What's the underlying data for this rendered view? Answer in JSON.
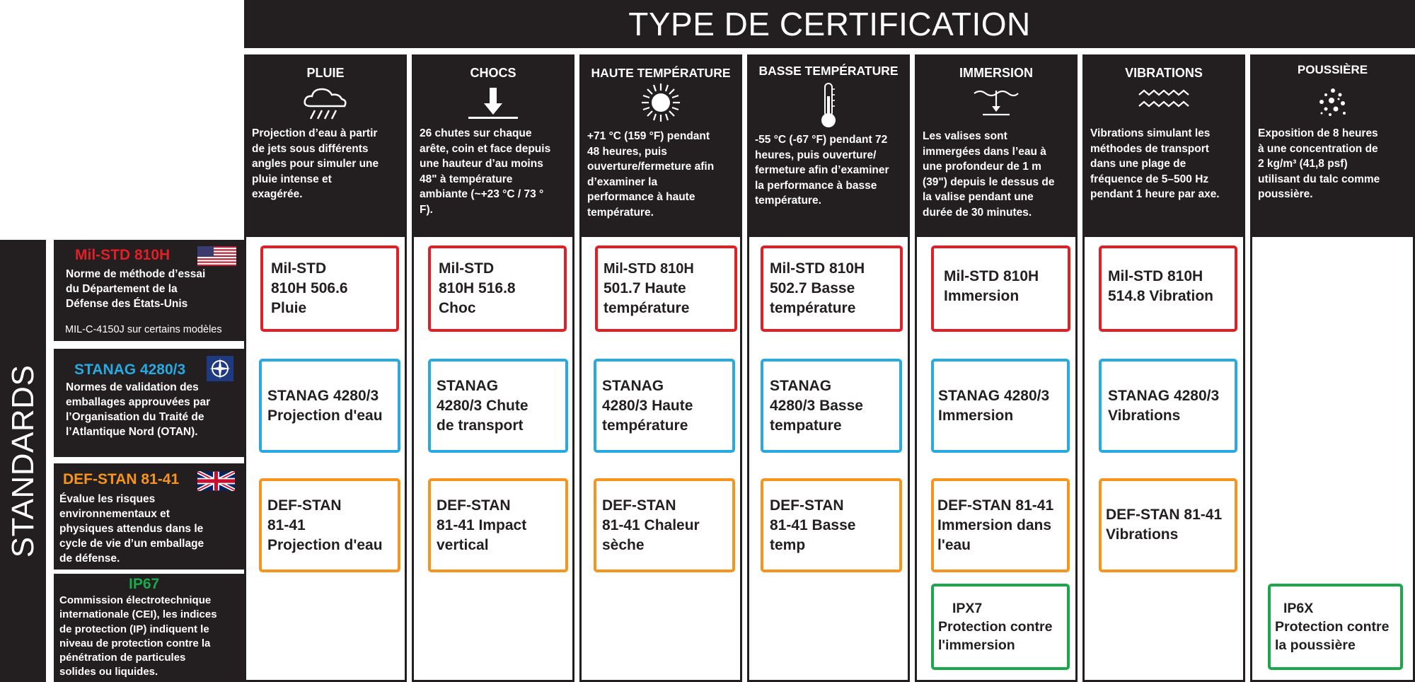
{
  "header": {
    "title": "TYPE DE CERTIFICATION"
  },
  "sidebar": {
    "label": "STANDARDS"
  },
  "standards": [
    {
      "title": "Mil-STD 810H",
      "title_color": "#e31e24",
      "flag_icon": "us-flag-icon",
      "desc": [
        "Norme de méthode d’essai",
        "du Département de la",
        "Défense des États-Unis"
      ],
      "extra": "MIL-C-4150J sur certains modèles"
    },
    {
      "title": "STANAG 4280/3",
      "title_color": "#27aae1",
      "flag_icon": "nato-emblem-icon",
      "desc": [
        "Normes de validation des",
        "emballages approuvées par",
        "l’Organisation du Traité de",
        "l’Atlantique Nord (OTAN)."
      ]
    },
    {
      "title": "DEF-STAN 81-41",
      "title_color": "#f7941d",
      "flag_icon": "uk-flag-icon",
      "desc": [
        "Évalue les risques",
        "environnementaux et",
        "physiques attendus dans le",
        "cycle de vie d’un emballage",
        "de défense."
      ]
    },
    {
      "title": "IP67",
      "title_color": "#1aa84a",
      "desc": [
        "Commission électrotechnique",
        "internationale (CEI), les indices",
        "de protection (IP) indiquent le",
        "niveau de protection contre la",
        "pénétration de particules",
        "solides ou liquides."
      ]
    }
  ],
  "columns": [
    {
      "label": "PLUIE",
      "icon": "rain-cloud-icon",
      "desc": [
        "Projection d’eau à partir",
        "de jets sous différents",
        "angles pour simuler une",
        "pluie intense et",
        "exagérée."
      ],
      "certs": {
        "mil": [
          "Mil-STD",
          "810H 506.6",
          "Pluie"
        ],
        "stanag": [
          "STANAG 4280/3",
          "Projection d'eau"
        ],
        "defstan": [
          "DEF-STAN",
          "81-41",
          "Projection d'eau"
        ]
      }
    },
    {
      "label": "CHOCS",
      "icon": "drop-arrow-icon",
      "desc": [
        " 26 chutes sur chaque",
        "arête, coin et face depuis",
        "une hauteur d’au moins",
        "48\" à température",
        "ambiante (~+23 °C / 73 °",
        "F)."
      ],
      "certs": {
        "mil": [
          "Mil-STD",
          "810H 516.8",
          "Choc"
        ],
        "stanag": [
          "STANAG",
          "4280/3 Chute",
          "de transport"
        ],
        "defstan": [
          "DEF-STAN",
          "81-41  Impact",
          "vertical"
        ]
      }
    },
    {
      "label": "HAUTE TEMPÉRATURE",
      "icon": "sun-icon",
      "desc": [
        " +71 °C (159 °F) pendant",
        "48 heures, puis",
        "ouverture/fermeture afin",
        "d’examiner la",
        "performance à haute",
        "température."
      ],
      "certs": {
        "mil": [
          "Mil-STD 810H",
          "501.7 Haute",
          "température"
        ],
        "stanag": [
          "STANAG",
          "4280/3 Haute",
          "température"
        ],
        "defstan": [
          "DEF-STAN",
          "81-41  Chaleur",
          "sèche"
        ]
      }
    },
    {
      "label": "BASSE TEMPÉRATURE",
      "icon": "thermometer-icon",
      "desc": [
        " -55 °C (-67 °F) pendant 72",
        "heures, puis ouverture/",
        "fermeture afin d’examiner",
        "la performance à basse",
        "température."
      ],
      "certs": {
        "mil": [
          "Mil-STD 810H",
          "502.7 Basse",
          "température"
        ],
        "stanag": [
          "STANAG",
          "4280/3 Basse",
          "tempature"
        ],
        "defstan": [
          "DEF-STAN",
          "81-41  Basse",
          "temp"
        ]
      }
    },
    {
      "label": "IMMERSION",
      "icon": "immersion-icon",
      "desc": [
        "Les valises sont",
        "immergées dans l’eau à",
        "une profondeur de 1 m",
        "(39\") depuis le dessus de",
        "la valise pendant une",
        "durée de 30 minutes."
      ],
      "certs": {
        "mil": [
          "Mil-STD 810H",
          "Immersion"
        ],
        "stanag": [
          "STANAG 4280/3",
          " Immersion"
        ],
        "defstan": [
          "DEF-STAN 81-41",
          "Immersion dans",
          "l'eau"
        ],
        "ip": [
          "IPX7",
          "Protection contre",
          "l'immersion"
        ]
      }
    },
    {
      "label": "VIBRATIONS",
      "icon": "vibration-waves-icon",
      "desc": [
        "Vibrations simulant les",
        "méthodes de transport",
        "dans une plage de",
        "fréquence de 5–500 Hz",
        "pendant 1 heure par axe."
      ],
      "certs": {
        "mil": [
          "Mil-STD 810H",
          "514.8 Vibration"
        ],
        "stanag": [
          "STANAG 4280/3",
          "Vibrations"
        ],
        "defstan": [
          "DEF-STAN 81-41",
          "Vibrations"
        ]
      }
    },
    {
      "label": "POUSSIÈRE",
      "icon": "dust-particles-icon",
      "desc": [
        "Exposition de 8 heures",
        "à une concentration de",
        "2 kg/m³ (41,8 psf)",
        "utilisant du talc comme",
        "poussière."
      ],
      "certs": {
        "ip": [
          "IP6X",
          "Protection contre",
          "la poussière"
        ]
      }
    }
  ],
  "colors": {
    "dark": "#231f20",
    "mil": "#e31e24",
    "stanag": "#27aae1",
    "defstan": "#f7941d",
    "ip": "#1aa84a"
  }
}
